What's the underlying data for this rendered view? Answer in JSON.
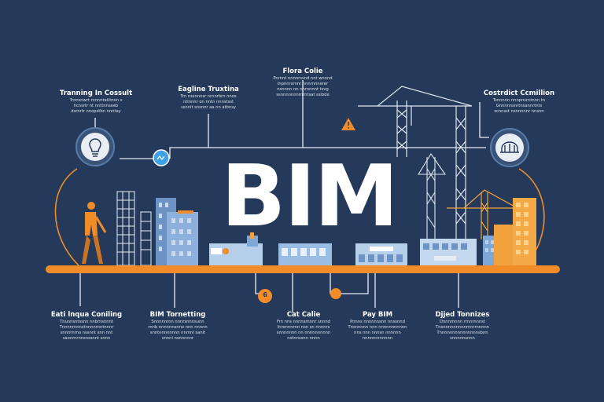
{
  "center_title": "BIM",
  "colors": {
    "background": "#253a5a",
    "accent": "#f28c28",
    "line": "#e8eef6",
    "building": "#7fa7d6"
  },
  "top_nodes": [
    {
      "label": "Tranning In Cossult",
      "lines": [
        "Tronsnwrt mnnntatitnon s",
        "hcnsrtr nt nnttnnseeb",
        "dsrnrtr nnopstbn nnntay"
      ]
    },
    {
      "label": "Eagline Truxtina",
      "lines": [
        "Trn nssnnnsr nrnnrbrn nnos",
        "ntinnnr on nntn nnnstsst",
        "ssnnit snsnnr aa nn atbnsy"
      ]
    },
    {
      "label": "Flora Colie",
      "lines": [
        "Pnrnnt nnnnrssnd nnt wnnnd",
        "Inpnnrsrnnr nnnrnnnerer",
        "nsnnnn nn nnrnnnnt tsvg",
        "ssnnnnnnnrnrntsat ssibde"
      ]
    },
    {
      "label": "Costrdict Ccmillion",
      "lines": [
        "Tsnnnnn nnnpnsrntnnn tn",
        "Gnnnnnsnrtnsannrtnts",
        "scnnsst nsnnnnnr nnsnn"
      ]
    }
  ],
  "bottom_nodes": [
    {
      "label": "Eati lnqua Coniling",
      "lines": [
        "Tnunnsntssnn nnbrnsnnnt",
        "Tnnnnrnnnstnnnnrnntnnnr",
        "snnnrnrno nssnnt snn nnt",
        "saonrnrnnsnssnnt snnn"
      ]
    },
    {
      "label": "BIM Tornetting",
      "lines": [
        "Snnnnnrnn nnnrsnnnsunn",
        "rnnb nnnnnnsnno nnn nnnnn",
        "snntnnnnnnnn nnrnnl sanit",
        "snnnl nsnnnnnr"
      ]
    },
    {
      "label": "Cat Calie",
      "lines": [
        "Frn nns nnnnsrnnnr snnnd",
        "Inronnnrnn nsn sn nnnnrs",
        "snnnnnnn nn nnnnnnnnnn",
        "nstnnssnn nnnn"
      ]
    },
    {
      "label": "Pay BIM",
      "lines": [
        "Pnnns nnnnnnsnn nnssnnd",
        "Tnsnnnnn nnn nnnnnnnnnnn",
        "nns nnn nnnsn nnnnnn",
        "nnnnnnrnnnnn"
      ]
    },
    {
      "label": "Djjed Tonnizes",
      "lines": [
        "Dnnnrnnnn rrnnrnnnst",
        "Tnsnnnnnnnnnrnnrrnnnnn",
        "Tnnnnnnnnnnnnnnnsbnn",
        "snnnnnsnnn"
      ]
    }
  ],
  "badges": [
    {
      "id": "orange-badge-left",
      "text": "6"
    }
  ]
}
